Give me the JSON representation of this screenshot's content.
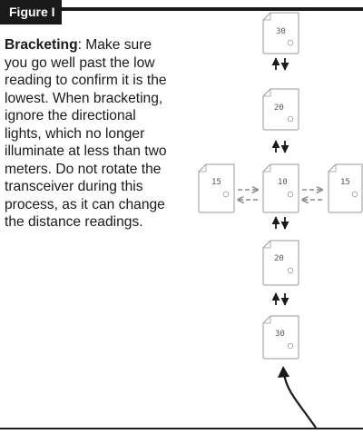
{
  "figure": {
    "label": "Figure I"
  },
  "text": {
    "heading": "Bracketing",
    "body": ": Make sure you go well past the low reading to confirm it is the lowest. When bracketing, ignore the directional lights, which no longer illuminate at less than two meters. Do not rotate the transceiver during this process, as it can change the distance readings."
  },
  "diagram": {
    "devices": [
      {
        "id": "top",
        "reading": "30"
      },
      {
        "id": "upper",
        "reading": "20"
      },
      {
        "id": "left",
        "reading": "15"
      },
      {
        "id": "center",
        "reading": "10"
      },
      {
        "id": "right",
        "reading": "15"
      },
      {
        "id": "lower",
        "reading": "20"
      },
      {
        "id": "bottom",
        "reading": "30"
      }
    ],
    "colors": {
      "outline": "#9a9a9a",
      "arrow": "#1a1a1a",
      "dashed": "#8c8c8c"
    }
  }
}
